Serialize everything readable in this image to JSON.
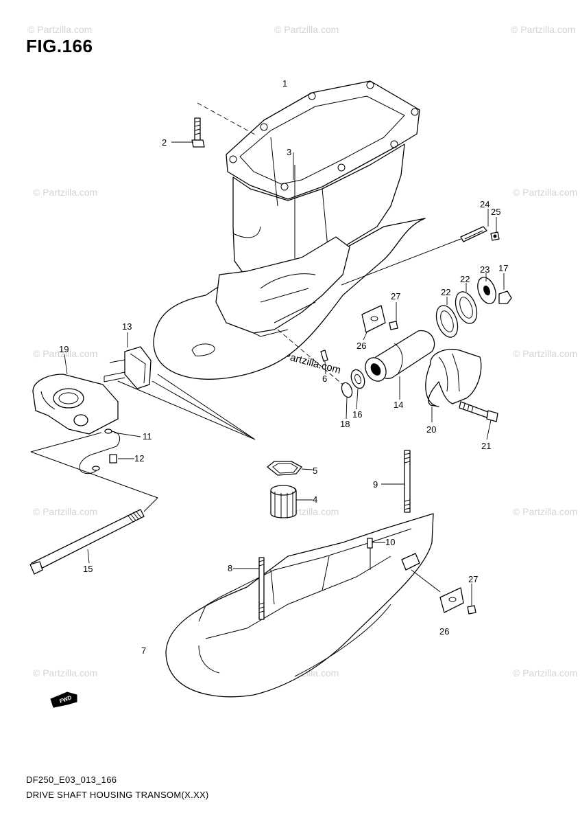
{
  "figure": {
    "title": "FIG.166",
    "code": "DF250_E03_013_166",
    "caption": "DRIVE SHAFT HOUSING TRANSOM(X.XX)"
  },
  "watermark": {
    "text": "© Partzilla.com",
    "center_text": "© Partzilla.com"
  },
  "callouts": {
    "c1": "1",
    "c2": "2",
    "c3": "3",
    "c4": "4",
    "c5": "5",
    "c6": "6",
    "c7": "7",
    "c8": "8",
    "c9": "9",
    "c10": "10",
    "c11": "11",
    "c12": "12",
    "c13": "13",
    "c14": "14",
    "c15": "15",
    "c16": "16",
    "c17": "17",
    "c18": "18",
    "c19": "19",
    "c20": "20",
    "c21": "21",
    "c22a": "22",
    "c22b": "22",
    "c23": "23",
    "c24": "24",
    "c25": "25",
    "c26a": "26",
    "c26b": "26",
    "c27a": "27",
    "c27b": "27"
  },
  "arrow_label": "FWD"
}
